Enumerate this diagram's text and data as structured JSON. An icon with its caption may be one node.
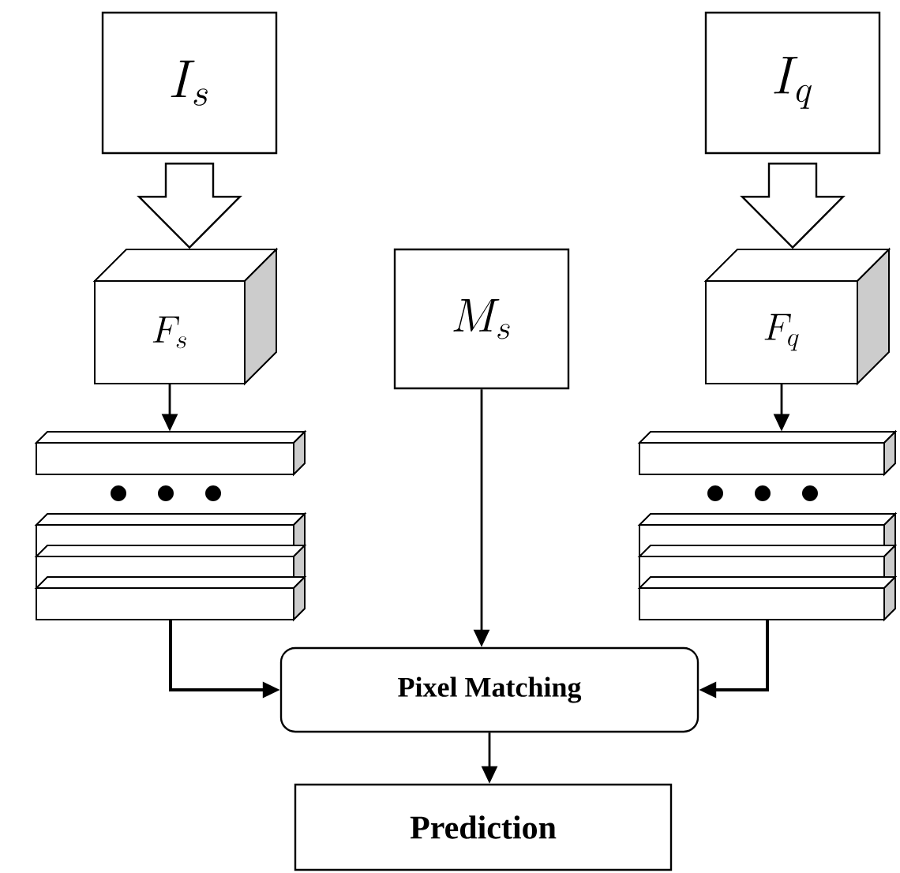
{
  "diagram": {
    "nodes": [
      {
        "text": [
          "I_s"
        ]
      },
      {
        "text": [
          "I_q"
        ]
      },
      {
        "text": [
          "F_s"
        ]
      },
      {
        "text": [
          "M_s"
        ]
      },
      {
        "text": [
          "F_q"
        ]
      },
      {
        "text": [],
        "shape": "box"
      },
      {
        "text": [],
        "shape": "box"
      },
      {
        "text": [
          "Pixel Matching"
        ]
      },
      {
        "text": [
          "Prediction"
        ]
      }
    ],
    "edges": [
      {
        "from": 0,
        "to": 2,
        "arrow": "to",
        "style": "thick"
      },
      {
        "from": 1,
        "to": 4,
        "arrow": "to",
        "style": "thick"
      },
      {
        "from": 2,
        "to": 5,
        "arrow": "to"
      },
      {
        "from": 4,
        "to": 6,
        "arrow": "to"
      },
      {
        "from": 3,
        "to": 7,
        "arrow": "to"
      },
      {
        "from": 5,
        "to": 7,
        "arrow": "to"
      },
      {
        "from": 6,
        "to": 7,
        "arrow": "to"
      },
      {
        "from": 7,
        "to": 8,
        "arrow": "to"
      }
    ]
  }
}
